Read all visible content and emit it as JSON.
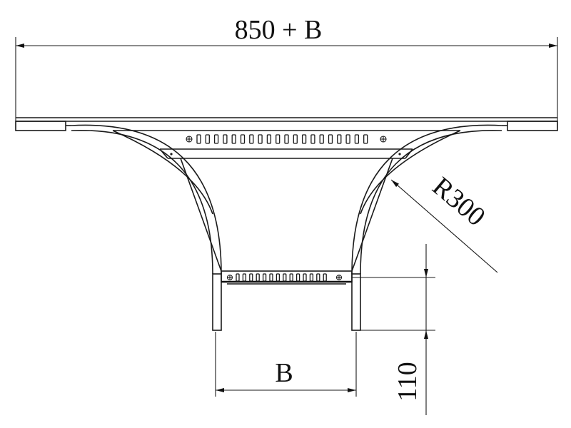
{
  "dimensions": {
    "overall_width": "850 + B",
    "radius": "R300",
    "branch_width": "B",
    "height": "110"
  },
  "colors": {
    "line": "#1a1a1a",
    "background": "#ffffff"
  }
}
